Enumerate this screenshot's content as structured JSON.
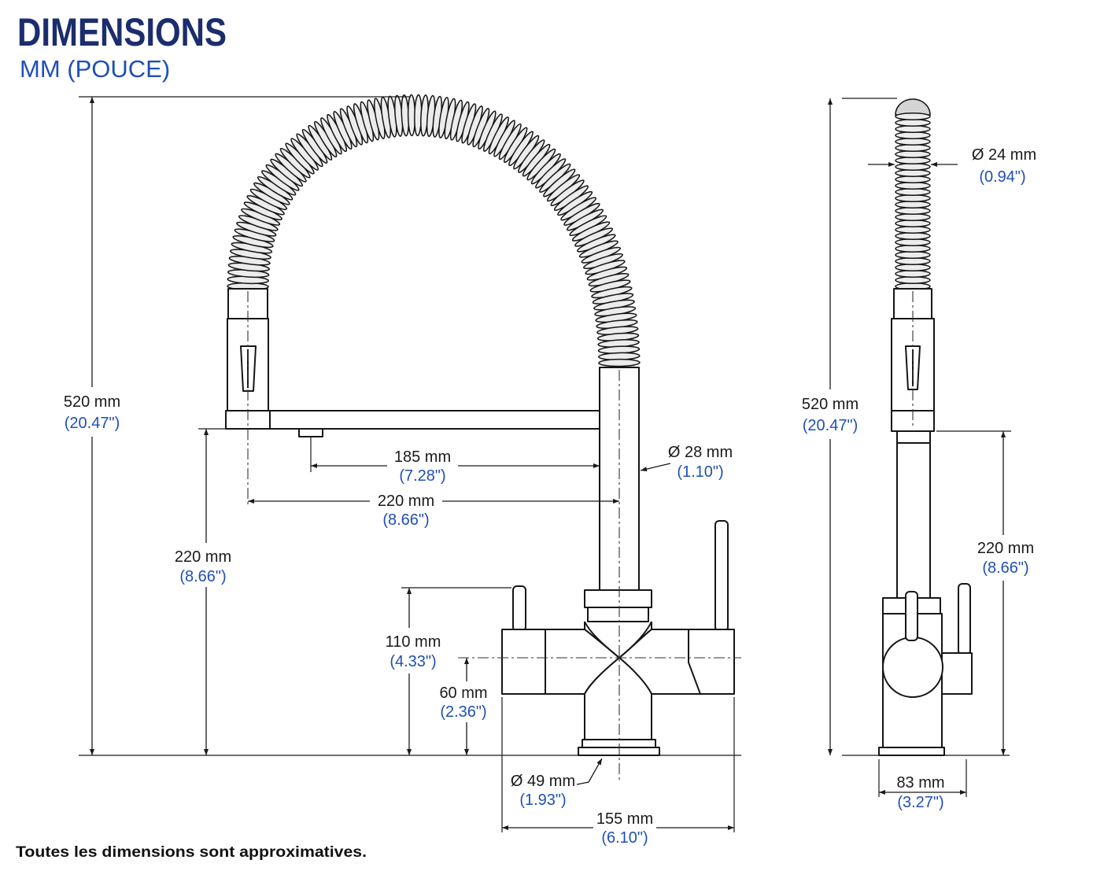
{
  "title": "DIMENSIONS",
  "subtitle": "MM (POUCE)",
  "footnote": "Toutes les dimensions sont approximatives.",
  "colors": {
    "title": "#1c2d6e",
    "imperial": "#1f4fb8",
    "metric": "#1a1a1a",
    "line": "#1a1a1a",
    "hose": "#d4d4d4"
  },
  "front_view": {
    "overall_height": {
      "mm": "520 mm",
      "in": "(20.47\")"
    },
    "spout_height": {
      "mm": "220 mm",
      "in": "(8.66\")"
    },
    "aerator_reach": {
      "mm": "185 mm",
      "in": "(7.28\")"
    },
    "spray_reach": {
      "mm": "220 mm",
      "in": "(8.66\")"
    },
    "pipe_diameter": {
      "mm": "Ø 28 mm",
      "in": "(1.10\")"
    },
    "lever_height": {
      "mm": "110 mm",
      "in": "(4.33\")"
    },
    "body_center_height": {
      "mm": "60 mm",
      "in": "(2.36\")"
    },
    "base_diameter": {
      "mm": "Ø 49 mm",
      "in": "(1.93\")"
    },
    "body_width": {
      "mm": "155 mm",
      "in": "(6.10\")"
    }
  },
  "side_view": {
    "hose_diameter": {
      "mm": "Ø 24 mm",
      "in": "(0.94\")"
    },
    "overall_height": {
      "mm": "520 mm",
      "in": "(20.47\")"
    },
    "spout_height": {
      "mm": "220 mm",
      "in": "(8.66\")"
    },
    "body_depth": {
      "mm": "83 mm",
      "in": "(3.27\")"
    }
  }
}
